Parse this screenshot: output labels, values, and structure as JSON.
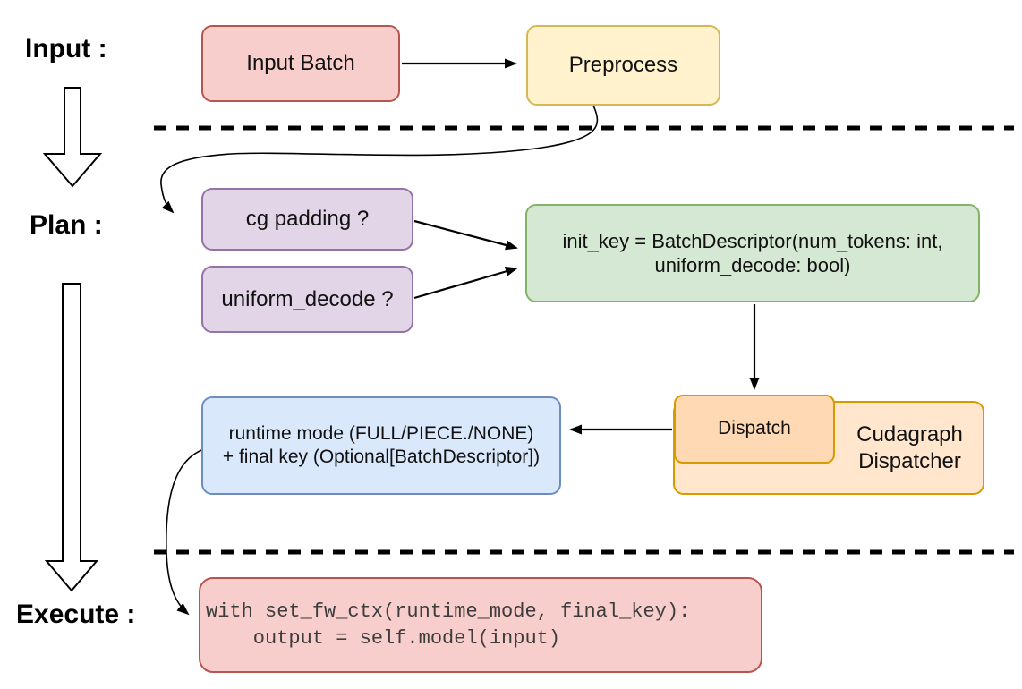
{
  "section_labels": {
    "input": "Input :",
    "plan": "Plan :",
    "execute": "Execute :"
  },
  "nodes": {
    "input_batch": {
      "label": "Input Batch"
    },
    "preprocess": {
      "label": "Preprocess"
    },
    "cg_padding": {
      "label": "cg padding ?"
    },
    "uniform_decode": {
      "label": "uniform_decode ?"
    },
    "init_key": {
      "line1": "init_key = BatchDescriptor(num_tokens: int,",
      "line2": "uniform_decode: bool)"
    },
    "dispatch": {
      "label": "Dispatch"
    },
    "cudagraph_dispatcher": {
      "label": "Cudagraph Dispatcher"
    },
    "runtime_result": {
      "line1": "runtime mode (FULL/PIECE./NONE)",
      "line2": "+ final key (Optional[BatchDescriptor])"
    },
    "execute_code": {
      "line1": "with set_fw_ctx(runtime_mode, final_key):",
      "line2": "    output = self.model(input)"
    }
  },
  "colors": {
    "pink_fill": "#f8cecc",
    "pink_stroke": "#b85450",
    "yellow_fill": "#fff2cc",
    "yellow_stroke": "#d6b656",
    "purple_fill": "#e1d5e7",
    "purple_stroke": "#9673a6",
    "green_fill": "#d5e8d4",
    "green_stroke": "#82b366",
    "blue_fill": "#dae8fc",
    "blue_stroke": "#6c8ebf",
    "orange_fill": "#ffe6cc",
    "orange_inner_fill": "#ffd9b3",
    "orange_stroke": "#d79b00",
    "connector": "#000000",
    "background": "#ffffff"
  }
}
